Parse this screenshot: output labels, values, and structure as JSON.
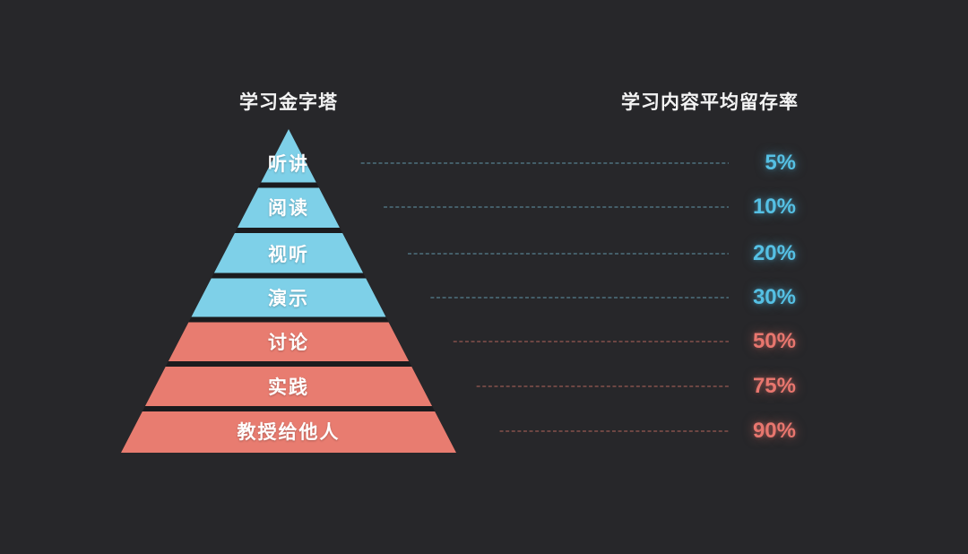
{
  "background_color": "#27272A",
  "header": {
    "left_title": "学习金字塔",
    "right_title": "学习内容平均留存率"
  },
  "chart_data": {
    "type": "pyramid",
    "title": "学习金字塔",
    "value_axis_label": "学习内容平均留存率",
    "levels": [
      {
        "label": "听讲",
        "retention": "5%",
        "group": "blue"
      },
      {
        "label": "阅读",
        "retention": "10%",
        "group": "blue"
      },
      {
        "label": "视听",
        "retention": "20%",
        "group": "blue"
      },
      {
        "label": "演示",
        "retention": "30%",
        "group": "blue"
      },
      {
        "label": "讨论",
        "retention": "50%",
        "group": "red"
      },
      {
        "label": "实践",
        "retention": "75%",
        "group": "red"
      },
      {
        "label": "教授给他人",
        "retention": "90%",
        "group": "red"
      }
    ],
    "colors": {
      "blue_fill": "#7ED0E8",
      "red_fill": "#E87C70",
      "blue_value_text": "#55C0E4",
      "red_value_text": "#E8766E",
      "label_text": "#FFFFFF",
      "separator": "#1B1B1E",
      "blue_line": "rgba(126,208,232,0.38)",
      "red_line": "rgba(232,124,112,0.42)"
    }
  }
}
